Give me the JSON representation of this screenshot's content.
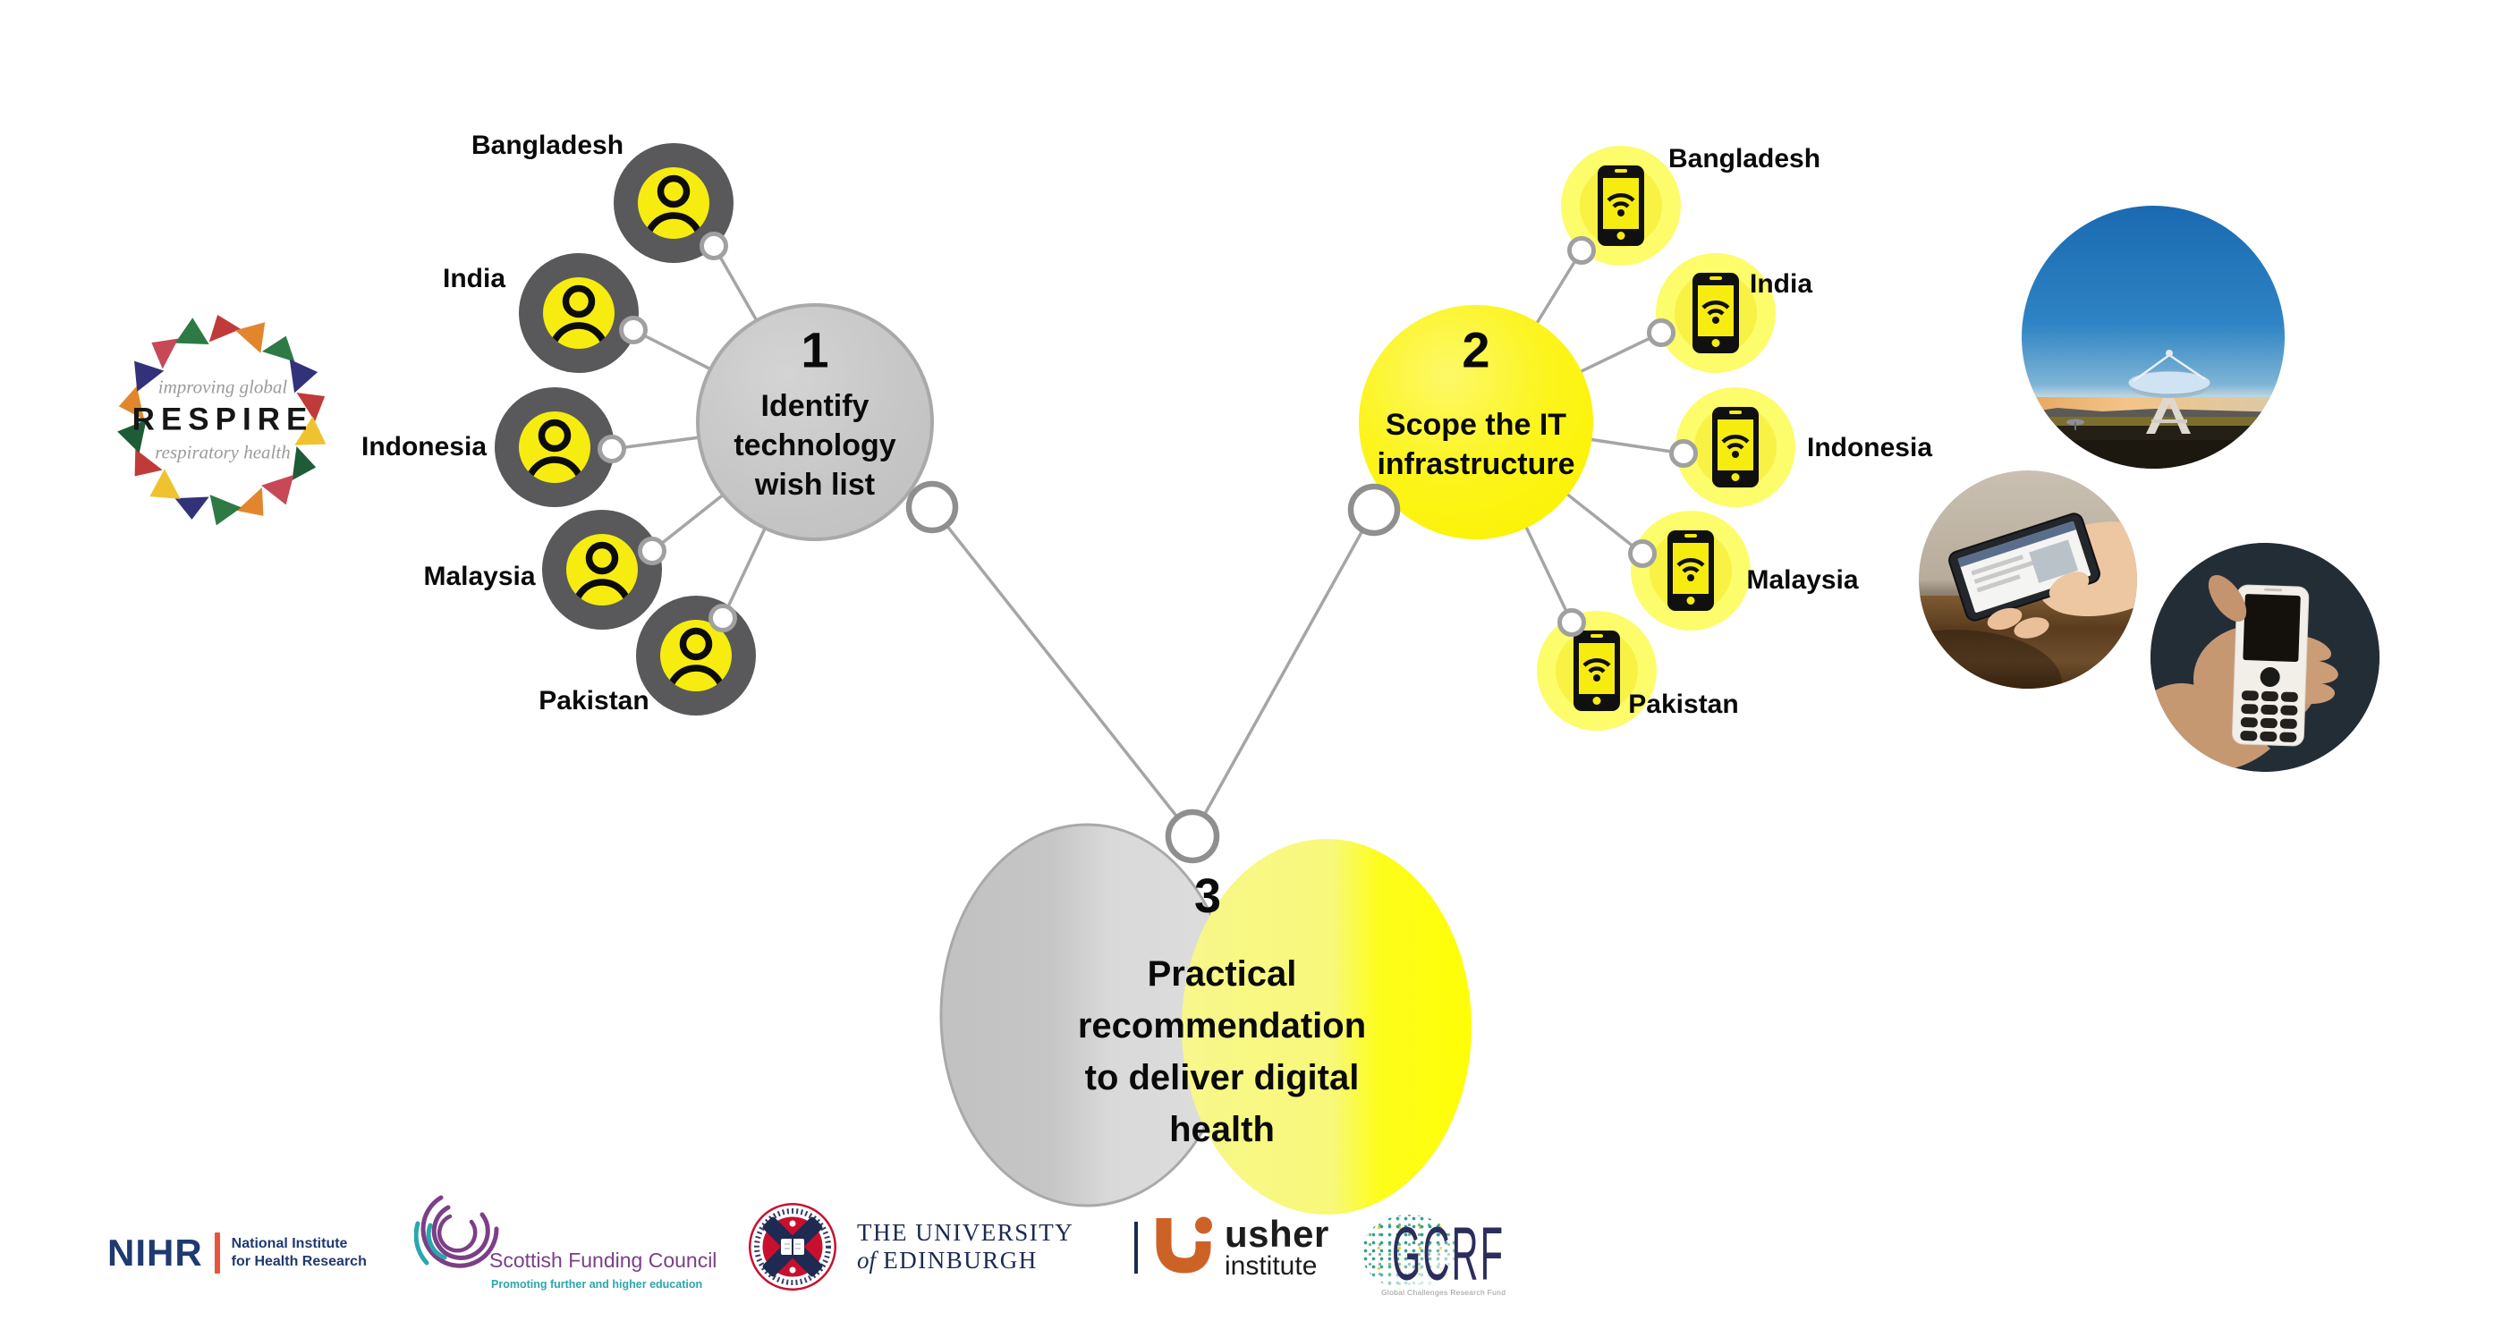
{
  "palette": {
    "slide_bg": "#ffffff",
    "step_gray": "#c7c7c7",
    "step_yellow": "#fbf303",
    "node_dark": "#59595b",
    "node_yellow": "#f6ec10",
    "node_light_yellow": "#fdfc6b",
    "node_light_inner": "#f8f245",
    "connector": "#a5a5a5",
    "text": "#0a0a0a"
  },
  "respire_logo": {
    "top_line": "improving global",
    "title": "RESPIRE",
    "bottom_line": "respiratory health",
    "ring_colors": [
      "#c13a3a",
      "#e2862e",
      "#2d7a45",
      "#32327a",
      "#c13a3a",
      "#eec32f",
      "#1e5c38",
      "#c74856",
      "#e2862e",
      "#2d7a45",
      "#32327a",
      "#eec32f",
      "#c13a3a",
      "#1e5c38",
      "#e2862e",
      "#32327a",
      "#c74856",
      "#2d7a45"
    ]
  },
  "steps": {
    "step1": {
      "number": "1",
      "label": "Identify\ntechnology\nwish list",
      "countries": [
        "Bangladesh",
        "India",
        "Indonesia",
        "Malaysia",
        "Pakistan"
      ]
    },
    "step2": {
      "number": "2",
      "label": "Scope the IT\ninfrastructure",
      "countries": [
        "Bangladesh",
        "India",
        "Indonesia",
        "Malaysia",
        "Pakistan"
      ]
    },
    "step3": {
      "number": "3",
      "label": "Practical\nrecommendation\nto deliver digital\nhealth"
    }
  },
  "photos": {
    "satellite": "radio-telescope-dish-at-dusk",
    "smartphone": "hand-holding-smartphone",
    "feature_phone": "hand-holding-feature-phone"
  },
  "footer": {
    "nihr": {
      "abbr": "NIHR",
      "line1": "National Institute",
      "line2": "for Health Research"
    },
    "sfc": {
      "name": "Scottish Funding Council",
      "tagline": "Promoting further and higher education"
    },
    "edinburgh": {
      "line1": "THE UNIVERSITY",
      "of": "of",
      "line2": "EDINBURGH"
    },
    "usher": {
      "name": "usher",
      "sub": "institute"
    },
    "gcrf": {
      "abbr": "GCRF",
      "tagline": "Global Challenges Research Fund"
    }
  }
}
